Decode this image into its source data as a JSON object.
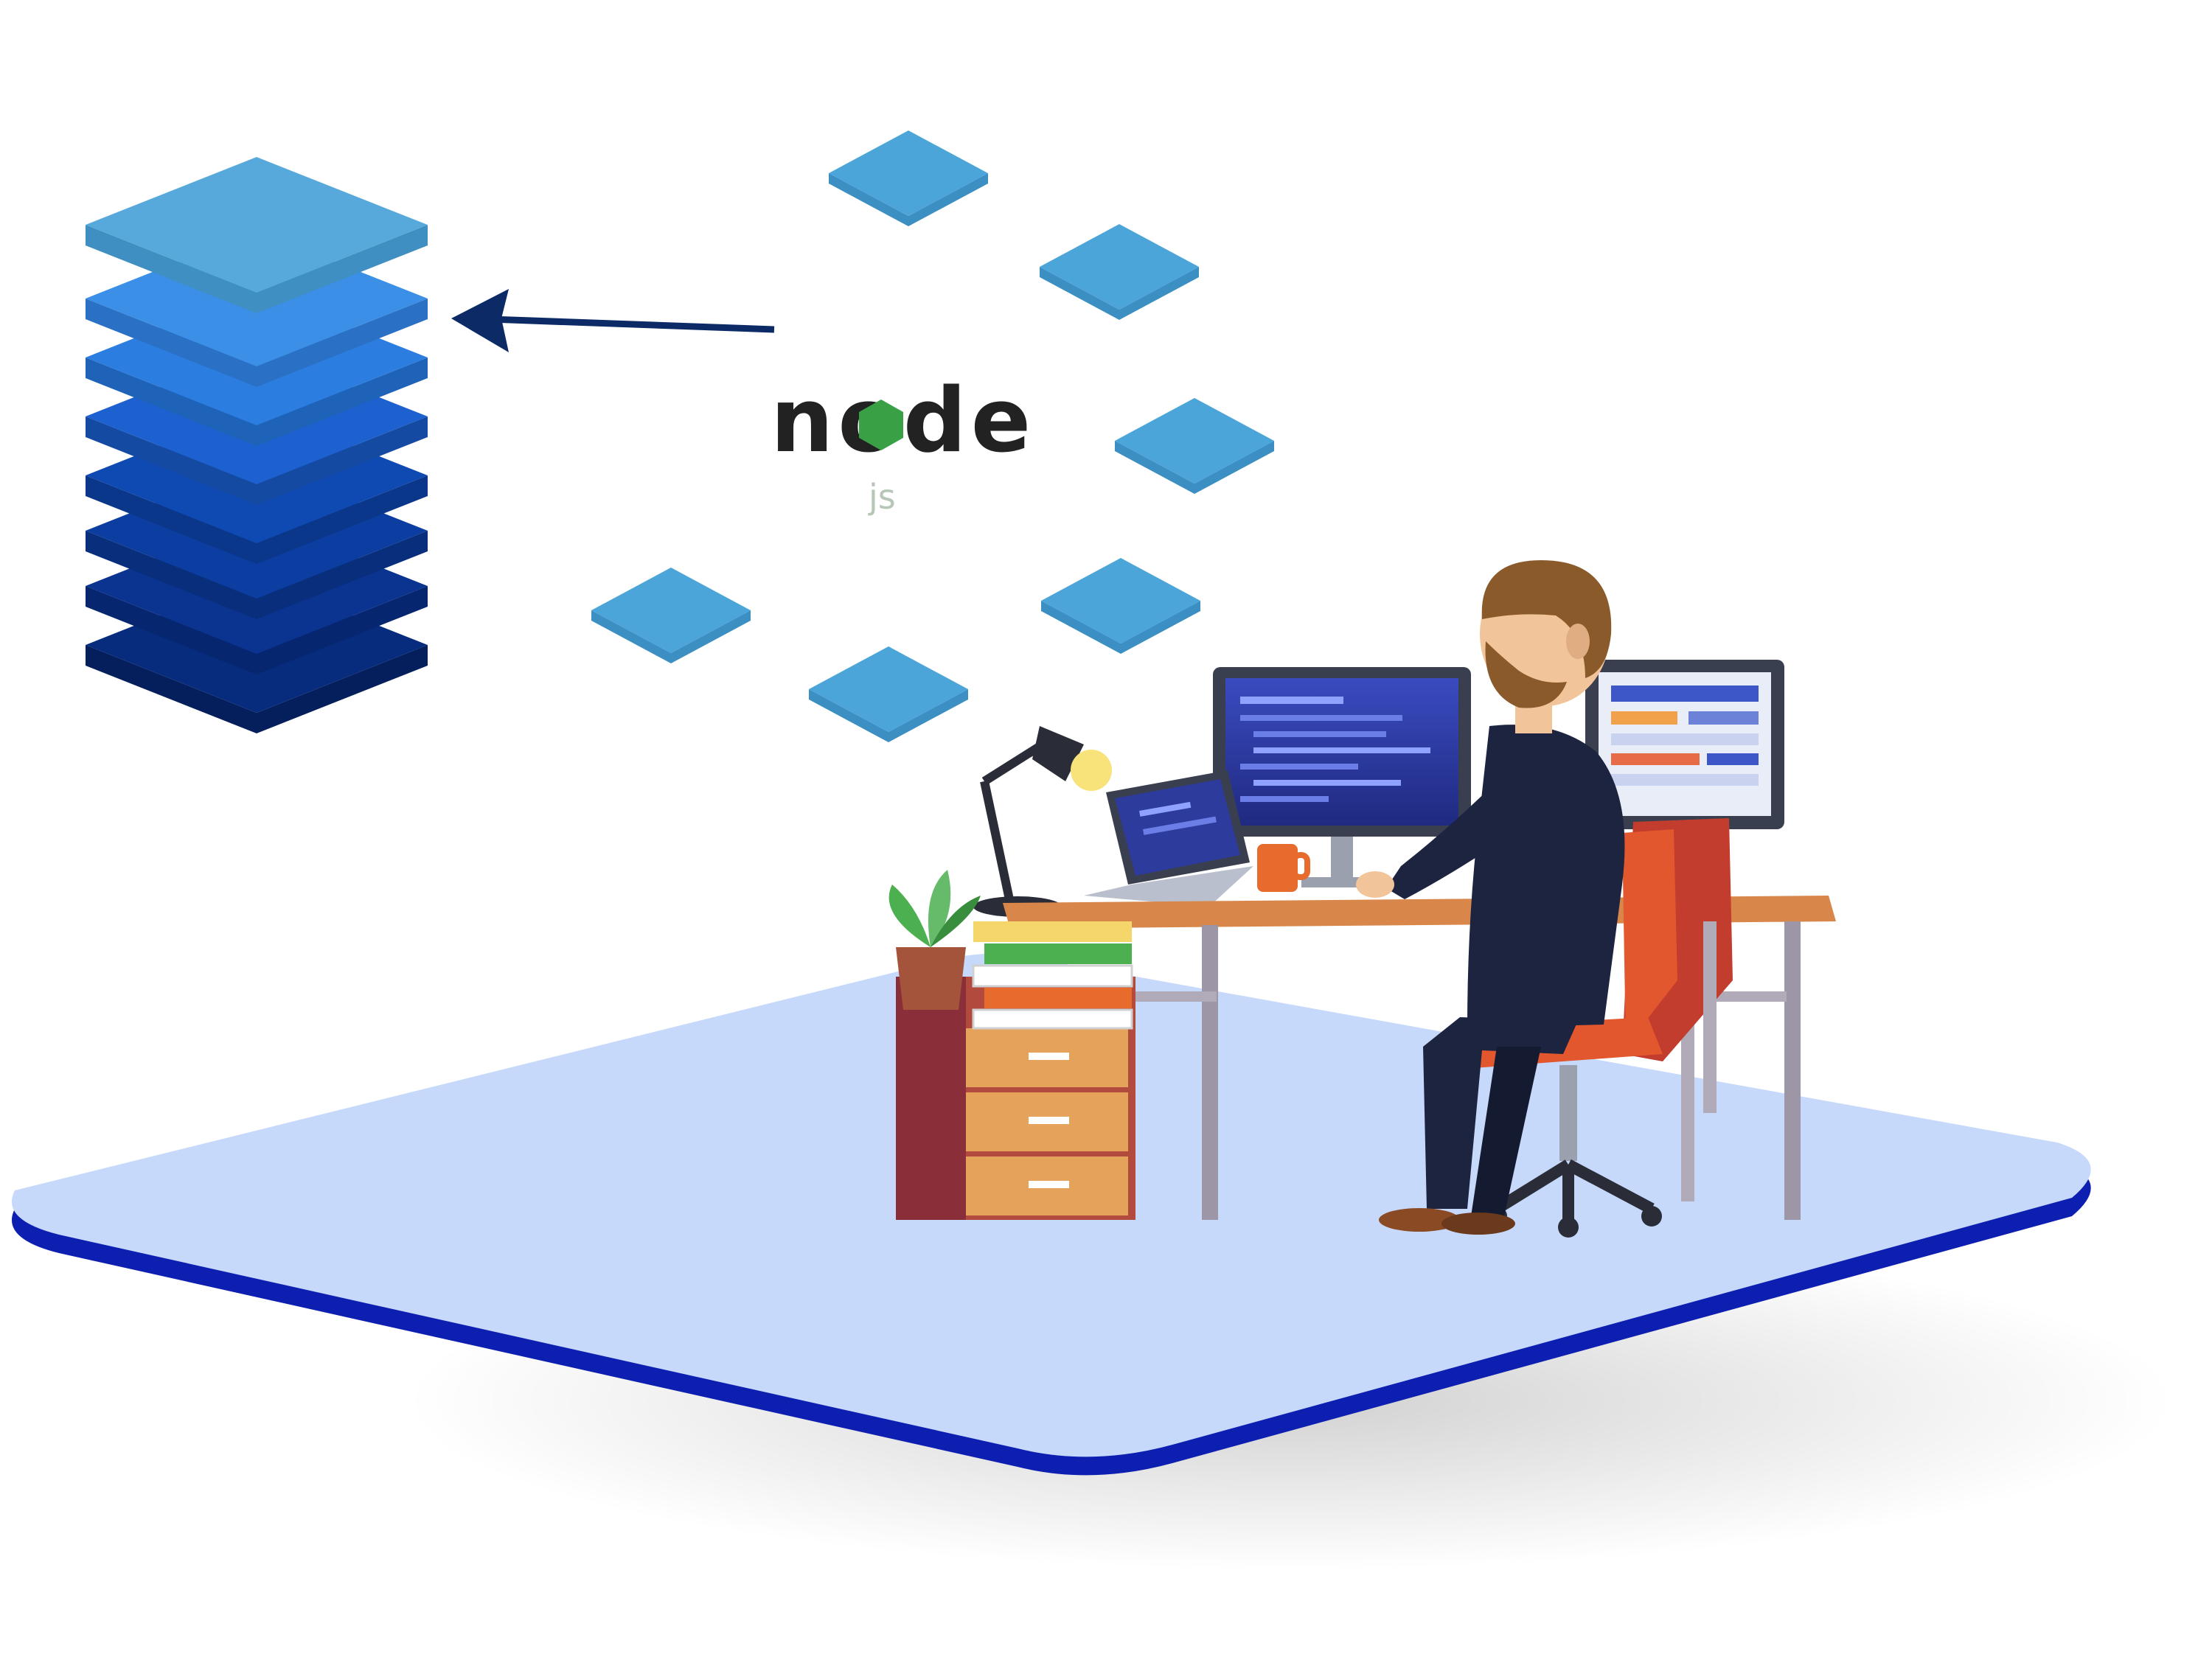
{
  "logo": {
    "text": "node",
    "suffix": "js"
  },
  "colors": {
    "background": "#ffffff",
    "floor_fill": "#c6d9fb",
    "floor_edge": "#0d1fb0",
    "tile": "#4ba5d8",
    "tile_shade": "#3b8fc3",
    "stack_top": "#58a9db",
    "stack_mid": "#2b7ee0",
    "stack_dark": "#0c3ea1",
    "arrow": "#0b2a66",
    "logo_text": "#222222",
    "logo_accent": "#3aa046",
    "chair": "#e2572e",
    "desk_top": "#d9864a",
    "drawers": "#e4a25a",
    "screen": "#2d3b9c",
    "shirt": "#1d2440",
    "hair": "#8a5a2b",
    "skin": "#f1c49a"
  },
  "icons": [
    "database-stack-icon",
    "arrow-left-icon",
    "nodejs-logo",
    "developer-at-desk-illustration"
  ]
}
